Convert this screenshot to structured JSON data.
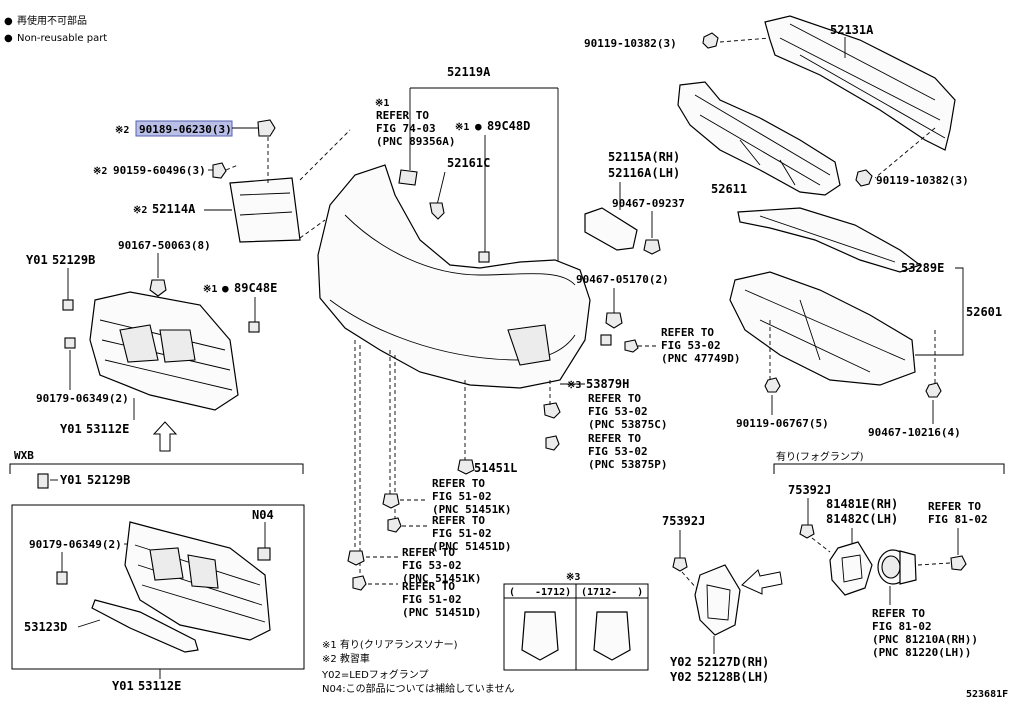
{
  "legend": {
    "bullet": "●",
    "line1": "再使用不可部品",
    "line2": "Non-reusable part"
  },
  "parts": {
    "p52131A": "52131A",
    "p90119_10382_top": "90119-10382(3)",
    "p52119A": "52119A",
    "p52611": "52611",
    "p90119_10382_right": "90119-10382(3)",
    "p90189_06230": "90189-06230(3)",
    "p90159_60496": "90159-60496(3)",
    "p52114A": "52114A",
    "p90167_50063": "90167-50063(8)",
    "p52129B": "52129B",
    "p89C48E": "89C48E",
    "p90179_06349_a": "90179-06349(2)",
    "p53112E_a": "53112E",
    "p52161C": "52161C",
    "p89C48D": "89C48D",
    "p52115A": "52115A(RH)",
    "p52116A": "52116A(LH)",
    "p90467_09237": "90467-09237",
    "p90467_05170": "90467-05170(2)",
    "p53289E": "53289E",
    "p52601": "52601",
    "p53879H": "53879H",
    "p90119_06767": "90119-06767(5)",
    "p90467_10216": "90467-10216(4)",
    "p51451L": "51451L",
    "p52129B_wxb": "52129B",
    "pN04": "N04",
    "p90179_06349_b": "90179-06349(2)",
    "p53123D": "53123D",
    "p53112E_b": "53112E",
    "p75392J_a": "75392J",
    "p75392J_b": "75392J",
    "p81481E": "81481E(RH)",
    "p81482C": "81482C(LH)",
    "p52127D": "52127D(RH)",
    "p52128B": "52128B(LH)"
  },
  "prefix": {
    "y01_a": "Y01",
    "y01_b": "Y01",
    "y01_c": "Y01",
    "y01_d": "Y01",
    "y02_a": "Y02",
    "y02_b": "Y02",
    "mark1": "※1",
    "mark2": "※2",
    "mark3": "※3",
    "dot": "●"
  },
  "refs": {
    "r74_l1": "REFER TO",
    "r74_l2": "FIG 74-03",
    "r74_l3": "(PNC 89356A)",
    "r5302a_l1": "REFER TO",
    "r5302a_l2": "FIG 53-02",
    "r5302a_l3": "(PNC 47749D)",
    "r5302b_l1": "REFER TO",
    "r5302b_l2": "FIG 53-02",
    "r5302b_l3": "(PNC 53875C)",
    "r5302c_l1": "REFER TO",
    "r5302c_l2": "FIG 53-02",
    "r5302c_l3": "(PNC 53875P)",
    "r5102a_l1": "REFER TO",
    "r5102a_l2": "FIG 51-02",
    "r5102a_l3": "(PNC 51451K)",
    "r5102b_l1": "REFER TO",
    "r5102b_l2": "FIG 51-02",
    "r5102b_l3": "(PNC 51451D)",
    "r5302d_l1": "REFER TO",
    "r5302d_l2": "FIG 53-02",
    "r5302d_l3": "(PNC 51451K)",
    "r5102c_l1": "REFER TO",
    "r5102c_l2": "FIG 51-02",
    "r5102c_l3": "(PNC 51451D)",
    "r8102a_l1": "REFER TO",
    "r8102a_l2": "FIG 81-02",
    "r8102b_l1": "REFER TO",
    "r8102b_l2": "FIG 81-02",
    "r8102b_l3": "(PNC 81210A(RH))",
    "r8102b_l4": "(PNC 81220(LH))"
  },
  "boxes": {
    "wxb": "WXB",
    "fog": "有り(フォグランプ)",
    "inset_left": "(　　-1712)",
    "inset_right": "(1712-　　)"
  },
  "notes": {
    "n1": "※1 有り(クリアランスソナー)",
    "n2": "※2 教習車",
    "n3": "Y02=LEDフォグランプ",
    "n4": "N04:この部品については補給していません"
  },
  "figure_id": "523681F"
}
